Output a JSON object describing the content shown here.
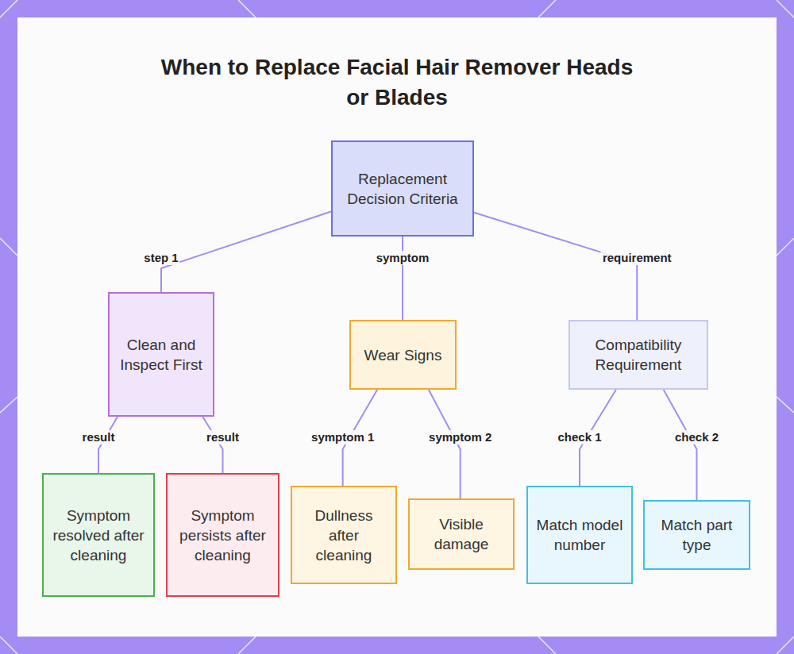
{
  "diagram": {
    "title": "When to Replace Facial Hair Remover Heads or Blades",
    "nodes": [
      {
        "text": [
          "Replacement Decision Criteria"
        ]
      },
      {
        "text": [
          "Clean and Inspect First"
        ]
      },
      {
        "text": [
          "Wear Signs"
        ]
      },
      {
        "text": [
          "Compatibility Requirement"
        ]
      },
      {
        "text": [
          "Symptom resolved after cleaning"
        ]
      },
      {
        "text": [
          "Symptom persists after cleaning"
        ]
      },
      {
        "text": [
          "Dullness after cleaning"
        ]
      },
      {
        "text": [
          "Visible damage"
        ]
      },
      {
        "text": [
          "Match model number"
        ]
      },
      {
        "text": [
          "Match part type"
        ]
      }
    ],
    "edges": [
      {
        "from": 0,
        "to": 1,
        "label": "step 1",
        "arrow": "none"
      },
      {
        "from": 0,
        "to": 2,
        "label": "symptom",
        "arrow": "none"
      },
      {
        "from": 0,
        "to": 3,
        "label": "requirement",
        "arrow": "none"
      },
      {
        "from": 1,
        "to": 4,
        "label": "result",
        "arrow": "none"
      },
      {
        "from": 1,
        "to": 5,
        "label": "result",
        "arrow": "none"
      },
      {
        "from": 2,
        "to": 6,
        "label": "symptom 1",
        "arrow": "none"
      },
      {
        "from": 2,
        "to": 7,
        "label": "symptom 2",
        "arrow": "none"
      },
      {
        "from": 3,
        "to": 8,
        "label": "check 1",
        "arrow": "none"
      },
      {
        "from": 3,
        "to": 9,
        "label": "check 2",
        "arrow": "none"
      }
    ]
  }
}
